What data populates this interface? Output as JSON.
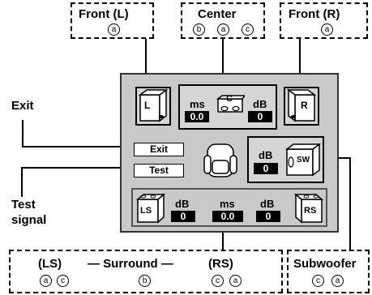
{
  "top_boxes": {
    "front_l": {
      "label": "Front (L)",
      "marks": [
        "a"
      ]
    },
    "center": {
      "label": "Center",
      "marks": [
        "b",
        "a",
        "c"
      ]
    },
    "front_r": {
      "label": "Front (R)",
      "marks": [
        "a"
      ]
    }
  },
  "side_labels": {
    "exit": "Exit",
    "test_signal_line1": "Test",
    "test_signal_line2": "signal"
  },
  "panel": {
    "speaker_l": "L",
    "speaker_c": "C",
    "speaker_r": "R",
    "speaker_ls": "LS",
    "speaker_rs": "RS",
    "speaker_sw": "SW",
    "center": {
      "ms_unit": "ms",
      "ms_value": "0.0",
      "db_unit": "dB",
      "db_value": "0"
    },
    "subwoofer": {
      "db_unit": "dB",
      "db_value": "0"
    },
    "surround": {
      "ls_db_unit": "dB",
      "ls_db_value": "0",
      "ms_unit": "ms",
      "ms_value": "0.0",
      "rs_db_unit": "dB",
      "rs_db_value": "0"
    },
    "exit_button": "Exit",
    "test_button": "Test"
  },
  "bottom_boxes": {
    "surround": {
      "ls_label": "(LS)",
      "title": "— Surround —",
      "rs_label": "(RS)",
      "ls_marks": [
        "a",
        "c"
      ],
      "center_marks": [
        "b"
      ],
      "rs_marks": [
        "c",
        "a"
      ]
    },
    "subwoofer": {
      "label": "Subwoofer",
      "marks": [
        "c",
        "a"
      ]
    }
  }
}
